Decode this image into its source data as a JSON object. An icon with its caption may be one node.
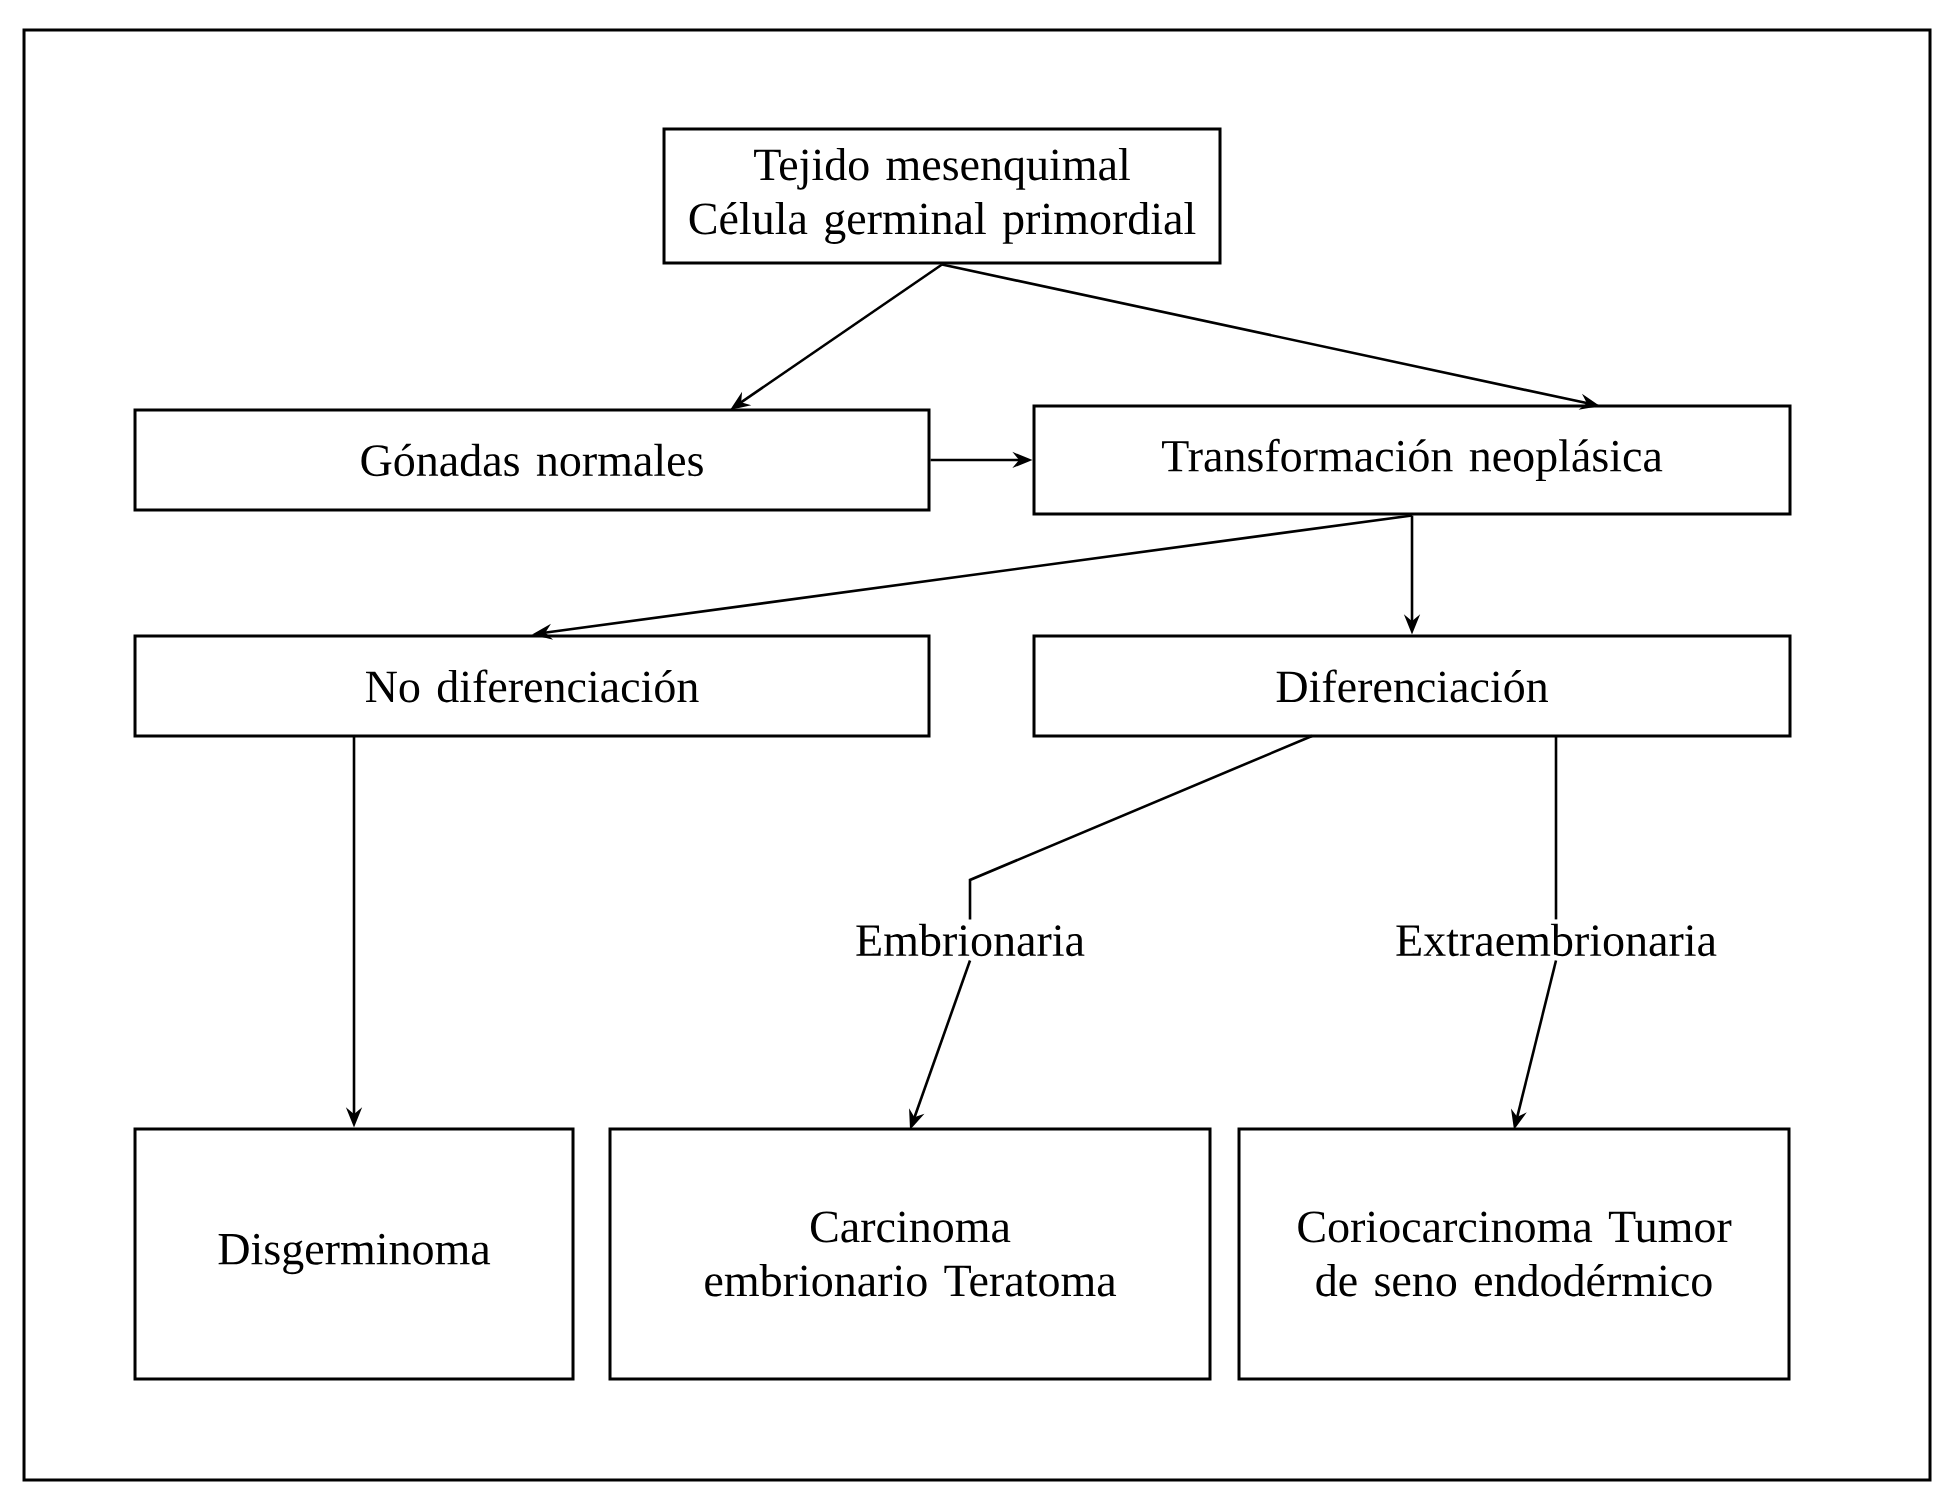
{
  "diagram": {
    "nodes": [
      {
        "text": [
          "Tejido mesenquimal Célula germinal primordial"
        ]
      },
      {
        "text": [
          "Gónadas normales"
        ]
      },
      {
        "text": [
          "Transformación neoplásica"
        ]
      },
      {
        "text": [
          "No diferenciación"
        ]
      },
      {
        "text": [
          "Diferenciación"
        ]
      },
      {
        "text": [
          "Embrionaria"
        ]
      },
      {
        "text": [
          "Extraembrionaria"
        ]
      },
      {
        "text": [
          "Disgerminoma"
        ]
      },
      {
        "text": [
          "Carcinoma embrionario Teratoma"
        ]
      },
      {
        "text": [
          "Coriocarcinoma Tumor de seno endodérmico"
        ]
      }
    ],
    "edges": [
      {
        "from": 0,
        "to": 1,
        "arrow": "to"
      },
      {
        "from": 0,
        "to": 2,
        "arrow": "to"
      },
      {
        "from": 1,
        "to": 2,
        "arrow": "to"
      },
      {
        "from": 2,
        "to": 3,
        "arrow": "to"
      },
      {
        "from": 2,
        "to": 4,
        "arrow": "to"
      },
      {
        "from": 3,
        "to": 7,
        "arrow": "to"
      },
      {
        "from": 4,
        "to": 5,
        "arrow": "none"
      },
      {
        "from": 5,
        "to": 8,
        "arrow": "to"
      },
      {
        "from": 4,
        "to": 6,
        "arrow": "none"
      },
      {
        "from": 6,
        "to": 9,
        "arrow": "to"
      }
    ]
  }
}
